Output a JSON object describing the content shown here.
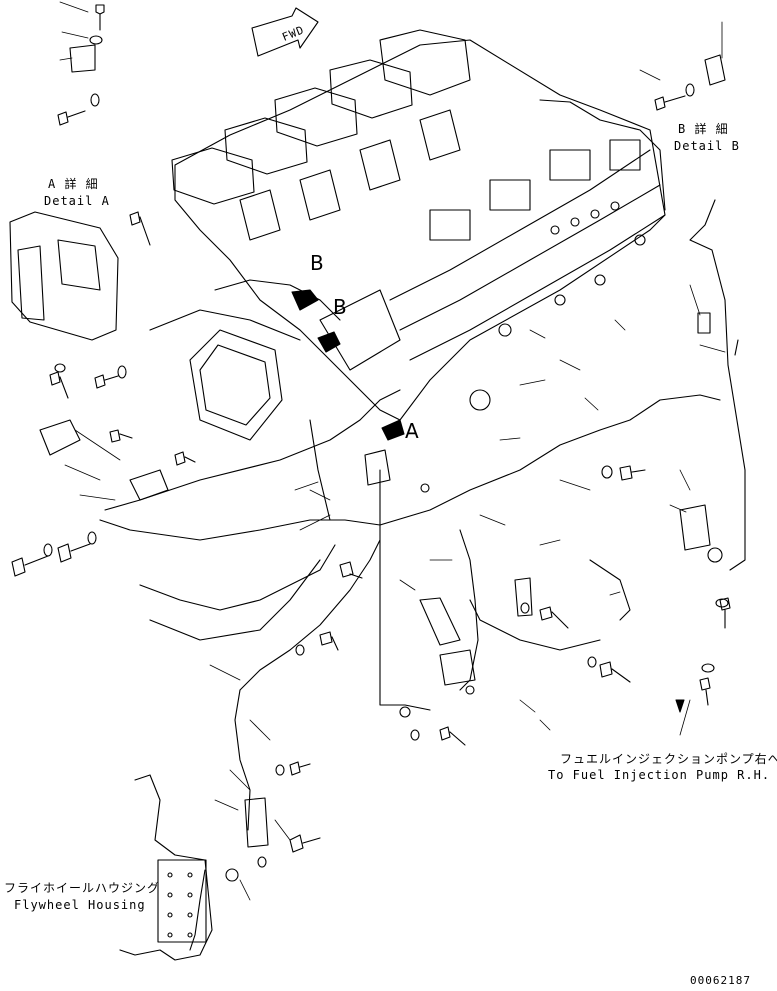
{
  "direction_arrow": "FWD",
  "detail_a": {
    "jp": "A 詳 細",
    "en": "Detail A"
  },
  "detail_b": {
    "jp": "B 詳 細",
    "en": "Detail B"
  },
  "markers": {
    "b1": "B",
    "b2": "B",
    "a": "A"
  },
  "fuel_pump": {
    "jp": "フュエルインジェクションポンプ右へ",
    "en": "To Fuel Injection Pump R.H."
  },
  "flywheel": {
    "jp": "フライホイールハウジング",
    "en": "Flywheel Housing"
  },
  "drawing_number": "00062187",
  "colors": {
    "line": "#000000",
    "background": "#ffffff"
  }
}
